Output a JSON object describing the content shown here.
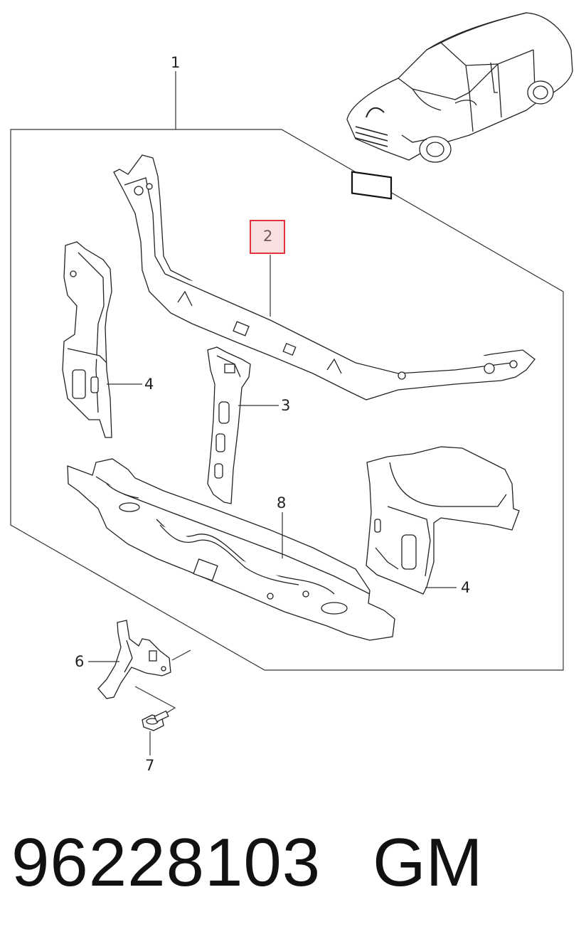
{
  "callouts": {
    "c1": "1",
    "c2": "2",
    "c3": "3",
    "c4a": "4",
    "c4b": "4",
    "c6": "6",
    "c7": "7",
    "c8": "8"
  },
  "footer": {
    "part_number": "96228103",
    "brand": "GM"
  },
  "colors": {
    "highlight_border": "#e0343f",
    "highlight_fill": "#fbe0e2",
    "line": "#222222"
  },
  "icons": {
    "car": "car-illustration",
    "assembly_frame": "assembly-outline"
  }
}
